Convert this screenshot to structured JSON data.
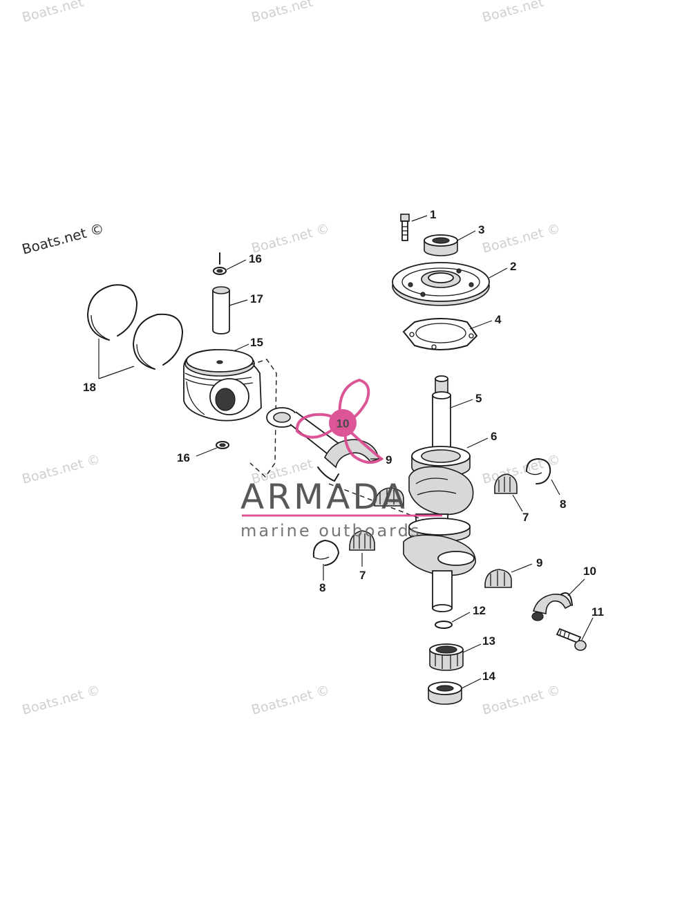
{
  "watermarks": {
    "small": "Boats.net",
    "copyright": "Boats.net ©"
  },
  "brand": {
    "name": "ARMADA",
    "tagline": "marine outboards",
    "badge_number": "10",
    "pink": "#d9478f",
    "gray": "#4a4a4a"
  },
  "callouts": {
    "c1": "1",
    "c2": "2",
    "c3": "3",
    "c4": "4",
    "c5": "5",
    "c6": "6",
    "c7a": "7",
    "c7b": "7",
    "c8a": "8",
    "c8b": "8",
    "c9a": "9",
    "c9b": "9",
    "c10": "10",
    "c11": "11",
    "c12": "12",
    "c13": "13",
    "c14": "14",
    "c15": "15",
    "c16a": "16",
    "c16b": "16",
    "c17": "17",
    "c18": "18"
  }
}
